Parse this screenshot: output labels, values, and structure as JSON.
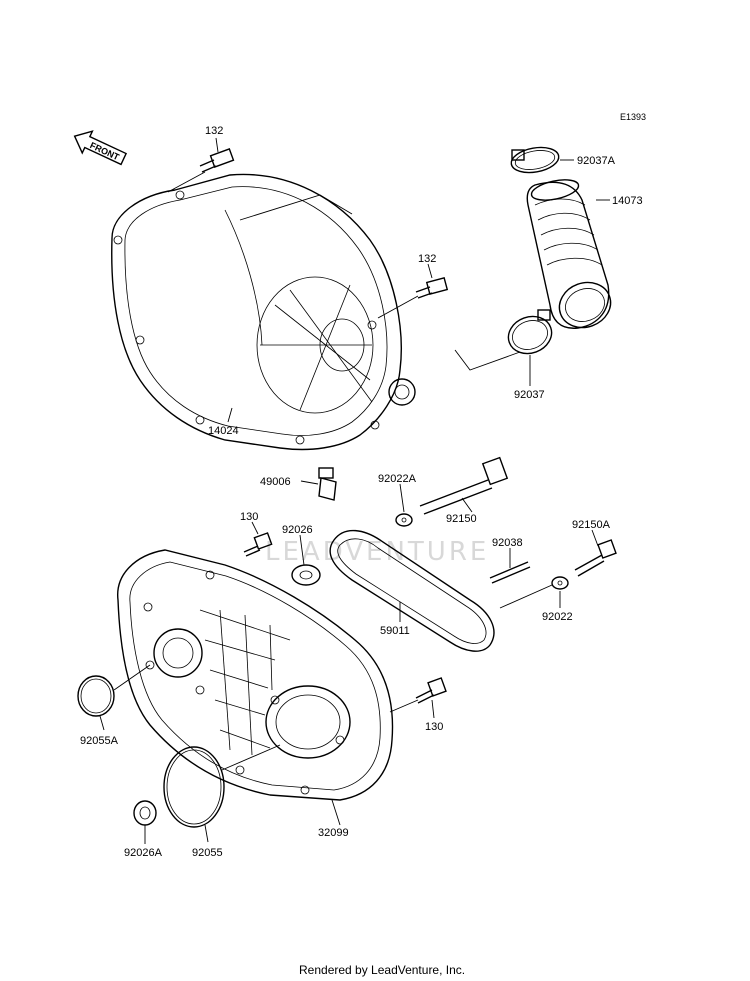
{
  "diagram": {
    "code": "E1393",
    "front_label": "FRONT",
    "watermark": "LEADVENTURE",
    "footer": "Rendered by LeadVenture, Inc."
  },
  "parts": [
    {
      "id": "132_top",
      "number": "132"
    },
    {
      "id": "132_mid",
      "number": "132"
    },
    {
      "id": "14024",
      "number": "14024"
    },
    {
      "id": "92037A",
      "number": "92037A"
    },
    {
      "id": "14073",
      "number": "14073"
    },
    {
      "id": "92037",
      "number": "92037"
    },
    {
      "id": "49006",
      "number": "49006"
    },
    {
      "id": "92022A",
      "number": "92022A"
    },
    {
      "id": "92150",
      "number": "92150"
    },
    {
      "id": "130_top",
      "number": "130"
    },
    {
      "id": "92026",
      "number": "92026"
    },
    {
      "id": "92038",
      "number": "92038"
    },
    {
      "id": "92150A",
      "number": "92150A"
    },
    {
      "id": "92022",
      "number": "92022"
    },
    {
      "id": "59011",
      "number": "59011"
    },
    {
      "id": "130_bot",
      "number": "130"
    },
    {
      "id": "92055A",
      "number": "92055A"
    },
    {
      "id": "32099",
      "number": "32099"
    },
    {
      "id": "92026A",
      "number": "92026A"
    },
    {
      "id": "92055",
      "number": "92055"
    }
  ]
}
